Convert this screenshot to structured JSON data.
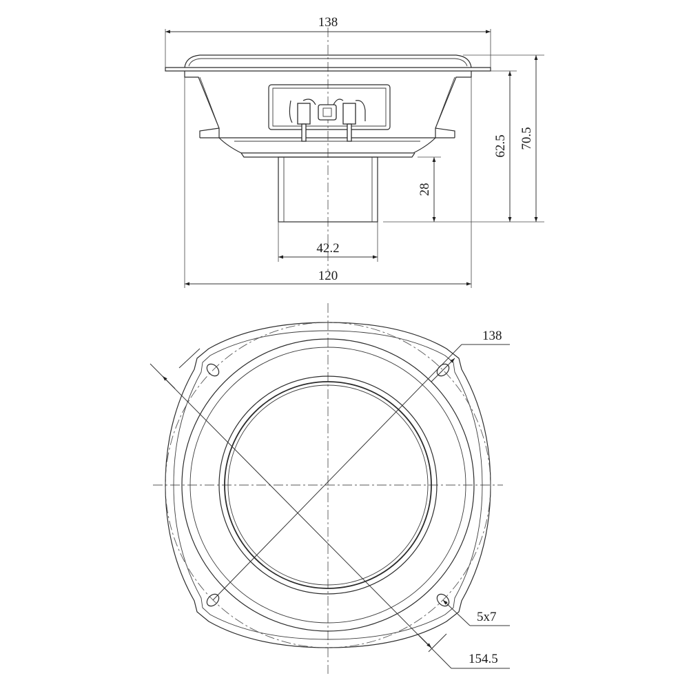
{
  "side_view": {
    "labels": {
      "flange_width": "138",
      "frame_width": "120",
      "magnet_diameter": "42.2",
      "magnet_height": "28",
      "depth_to_frame": "62.5",
      "overall_depth": "70.5"
    }
  },
  "front_view": {
    "labels": {
      "hole_circle": "138",
      "hole_size": "5x7",
      "diagonal": "154.5"
    }
  }
}
